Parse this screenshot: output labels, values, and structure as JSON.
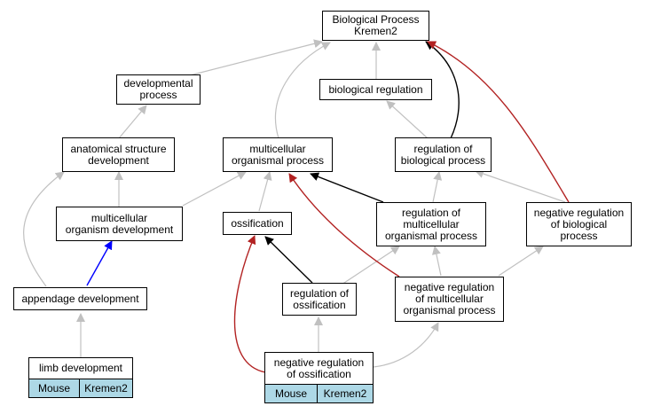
{
  "nodes": {
    "bp_kremen2": {
      "line1": "Biological Process",
      "line2": "Kremen2"
    },
    "developmental_process": {
      "line1": "developmental",
      "line2": "process"
    },
    "biological_regulation": {
      "line1": "biological regulation"
    },
    "anatomical_structure_development": {
      "line1": "anatomical structure",
      "line2": "development"
    },
    "multicellular_organismal_process": {
      "line1": "multicellular",
      "line2": "organismal process"
    },
    "regulation_of_biological_process": {
      "line1": "regulation of",
      "line2": "biological process"
    },
    "multicellular_organism_development": {
      "line1": "multicellular",
      "line2": "organism development"
    },
    "ossification": {
      "line1": "ossification"
    },
    "regulation_of_multicellular_organismal_process": {
      "line1": "regulation of",
      "line2": "multicellular",
      "line3": "organismal process"
    },
    "negative_regulation_of_biological_process": {
      "line1": "negative regulation",
      "line2": "of biological",
      "line3": "process"
    },
    "appendage_development": {
      "line1": "appendage development"
    },
    "regulation_of_ossification": {
      "line1": "regulation of",
      "line2": "ossification"
    },
    "negative_regulation_of_multicellular_organismal_process": {
      "line1": "negative regulation",
      "line2": "of multicellular",
      "line3": "organismal process"
    },
    "limb_development": {
      "line1": "limb development",
      "tag1": "Mouse",
      "tag2": "Kremen2"
    },
    "negative_regulation_of_ossification": {
      "line1": "negative regulation",
      "line2": "of ossification",
      "tag1": "Mouse",
      "tag2": "Kremen2"
    }
  },
  "colors": {
    "is_a": "#c0c0c0",
    "part_of": "#0000ff",
    "regulates": "#000000",
    "negatively_regulates": "#b22222",
    "tag_fill": "#add8e6"
  }
}
